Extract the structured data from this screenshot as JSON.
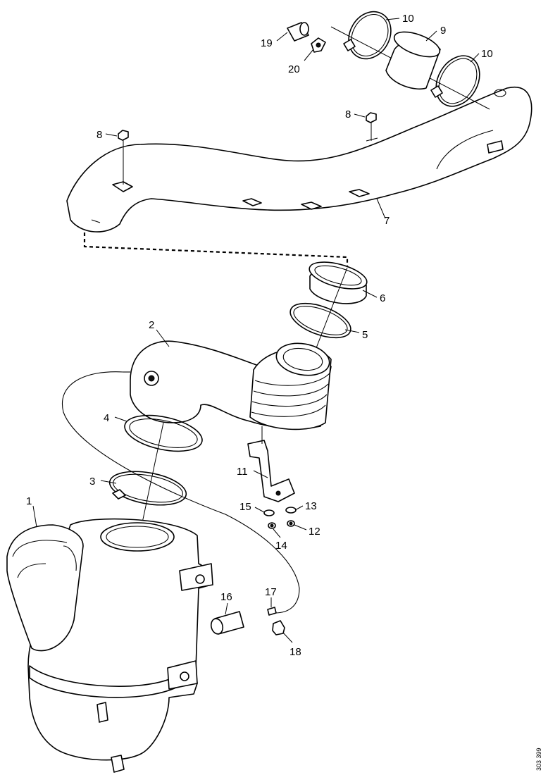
{
  "diagram": {
    "document_id": "303 399",
    "callouts": {
      "c1": "1",
      "c2": "2",
      "c3": "3",
      "c4": "4",
      "c5": "5",
      "c6": "6",
      "c7": "7",
      "c8a": "8",
      "c8b": "8",
      "c9": "9",
      "c10a": "10",
      "c10b": "10",
      "c11": "11",
      "c12": "12",
      "c13": "13",
      "c14": "14",
      "c15": "15",
      "c16": "16",
      "c17": "17",
      "c18": "18",
      "c19": "19",
      "c20": "20"
    }
  }
}
